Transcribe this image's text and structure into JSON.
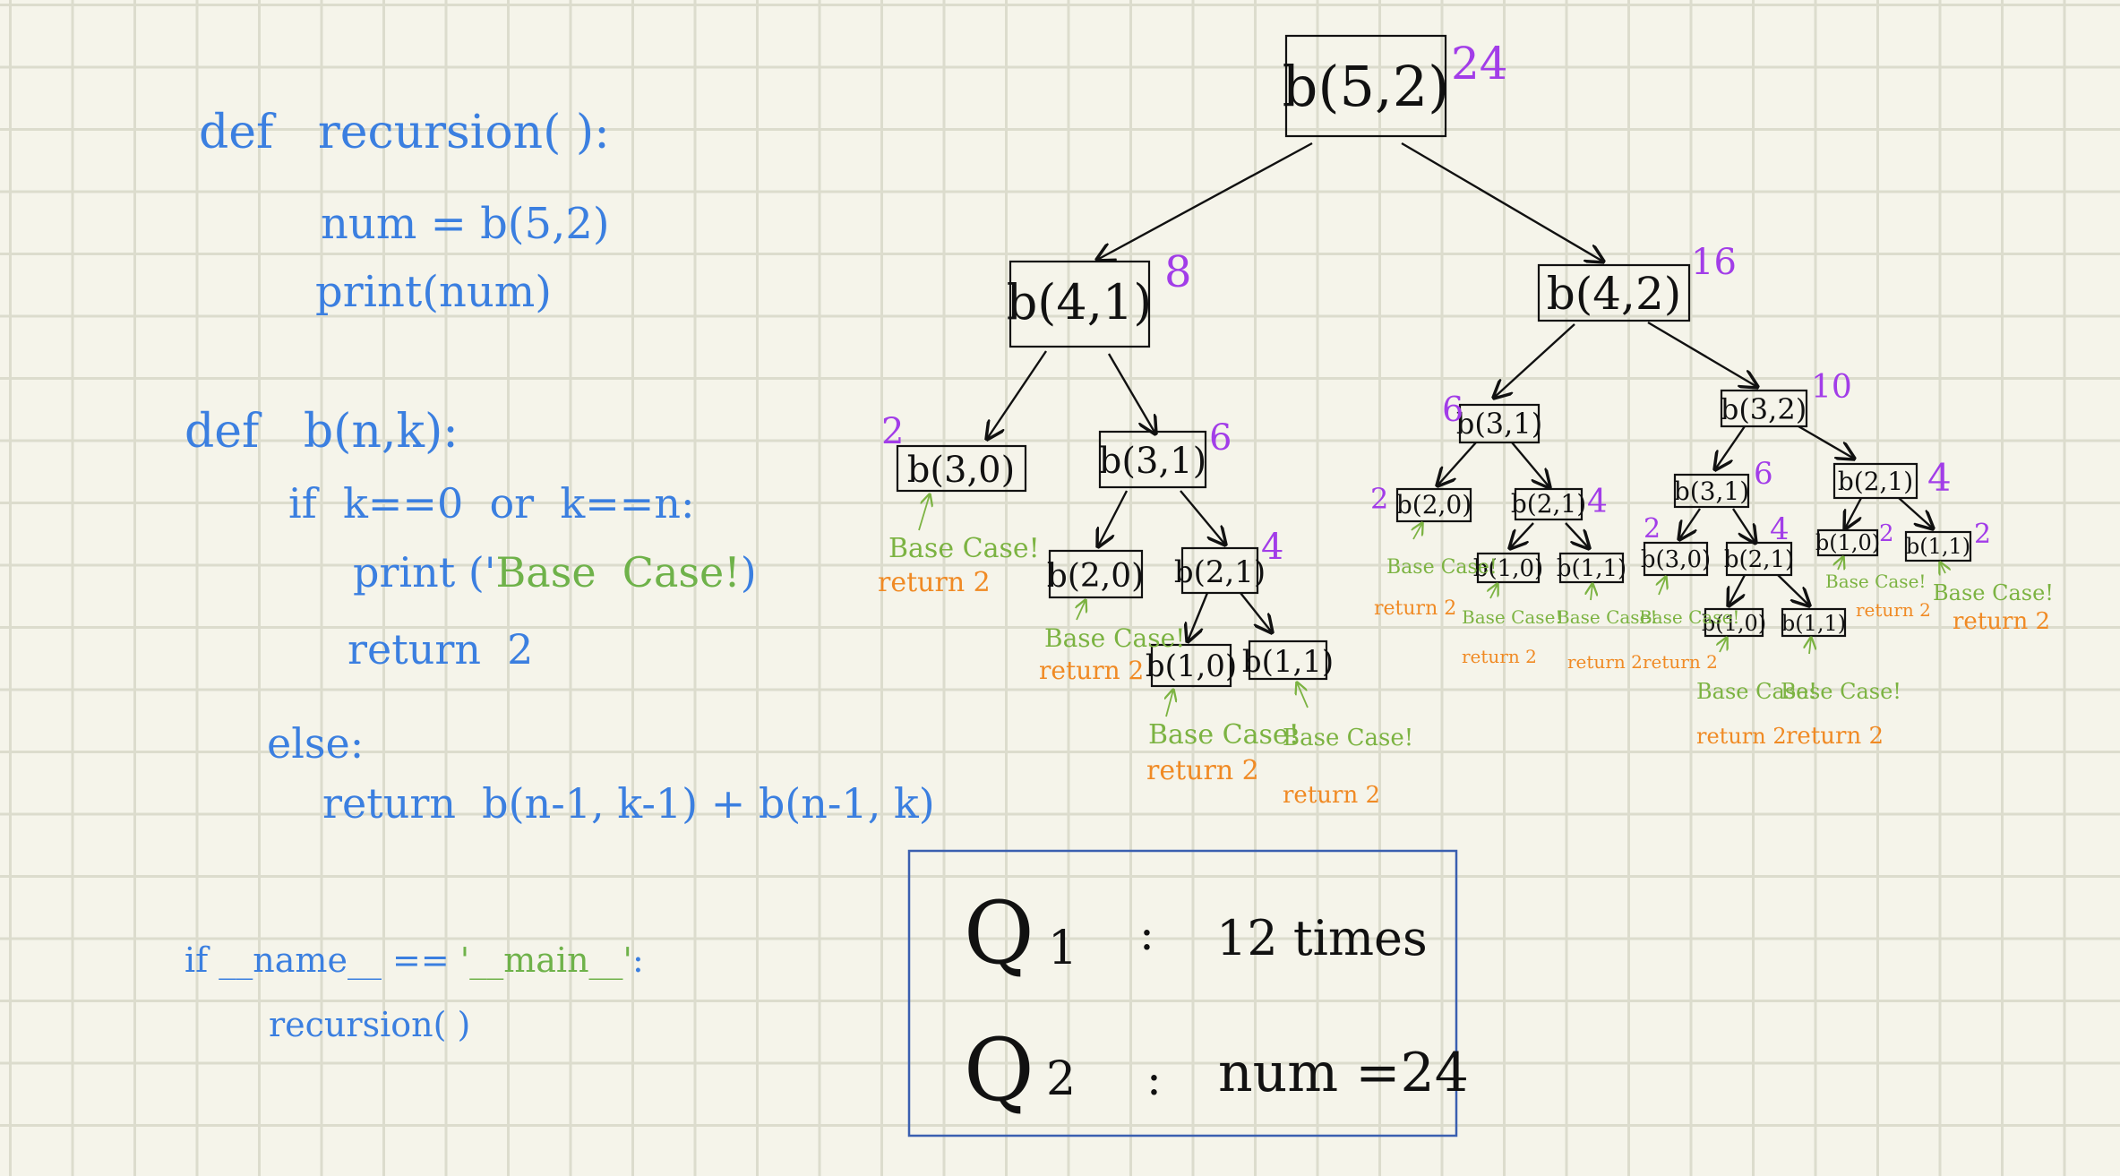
{
  "code": {
    "line1": "def   recursion( ):",
    "line2": "num = b(5,2)",
    "line3": "print(num)",
    "line4": "def   b(n,k):",
    "line5": "if  k==0  or  k==n:",
    "line6_prefix": "print ('",
    "line6_string": "Base  Case!",
    "line6_suffix": ")",
    "line7": "return  2",
    "line8": "else:",
    "line9": "return  b(n-1, k-1) + b(n-1, k)",
    "line10_prefix": "if __name__ == ",
    "line10_string": "'__main__'",
    "line10_suffix": ":",
    "line11": "recursion( )"
  },
  "tree": {
    "nodes": [
      {
        "id": "n0",
        "label": "b(5,2)",
        "value": "24"
      },
      {
        "id": "n1",
        "label": "b(4,1)",
        "value": "8"
      },
      {
        "id": "n2",
        "label": "b(4,2)",
        "value": "16"
      },
      {
        "id": "n3",
        "label": "b(3,0)",
        "value": "2"
      },
      {
        "id": "n4",
        "label": "b(3,1)",
        "value": "6"
      },
      {
        "id": "n5",
        "label": "b(2,0)",
        "value": ""
      },
      {
        "id": "n6",
        "label": "b(2,1)",
        "value": "4"
      },
      {
        "id": "n7",
        "label": "b(1,0)",
        "value": ""
      },
      {
        "id": "n8",
        "label": "b(1,1)",
        "value": ""
      },
      {
        "id": "n9",
        "label": "b(3,1)",
        "value": "6"
      },
      {
        "id": "n10",
        "label": "b(3,2)",
        "value": "10"
      },
      {
        "id": "n11",
        "label": "b(2,0)",
        "value": "2"
      },
      {
        "id": "n12",
        "label": "b(2,1)",
        "value": "4"
      },
      {
        "id": "n13",
        "label": "b(1,0)",
        "value": ""
      },
      {
        "id": "n14",
        "label": "b(1,1)",
        "value": ""
      },
      {
        "id": "n15",
        "label": "b(3,1)",
        "value": "6"
      },
      {
        "id": "n16",
        "label": "b(2,1)",
        "value": "4"
      },
      {
        "id": "n17",
        "label": "b(3,0)",
        "value": "2"
      },
      {
        "id": "n18",
        "label": "b(2,1)",
        "value": "4"
      },
      {
        "id": "n19",
        "label": "b(1,0)",
        "value": ""
      },
      {
        "id": "n20",
        "label": "b(1,1)",
        "value": ""
      },
      {
        "id": "n21",
        "label": "b(1,0)",
        "value": "2"
      },
      {
        "id": "n22",
        "label": "b(1,1)",
        "value": "2"
      }
    ],
    "annotations": {
      "base_case": "Base Case!",
      "return_2": "return 2"
    }
  },
  "answers": {
    "q1_label": "Q",
    "q1_sub": "1",
    "q1_colon": ":",
    "q1_answer": "12 times",
    "q2_label": "Q",
    "q2_sub": "2",
    "q2_colon": ":",
    "q2_answer": "num =24"
  },
  "colors": {
    "code_blue": "#3b7fe0",
    "string_green": "#6fb24a",
    "value_purple": "#a23de8",
    "return_orange": "#f08a24",
    "answer_border": "#3a5fb0"
  }
}
